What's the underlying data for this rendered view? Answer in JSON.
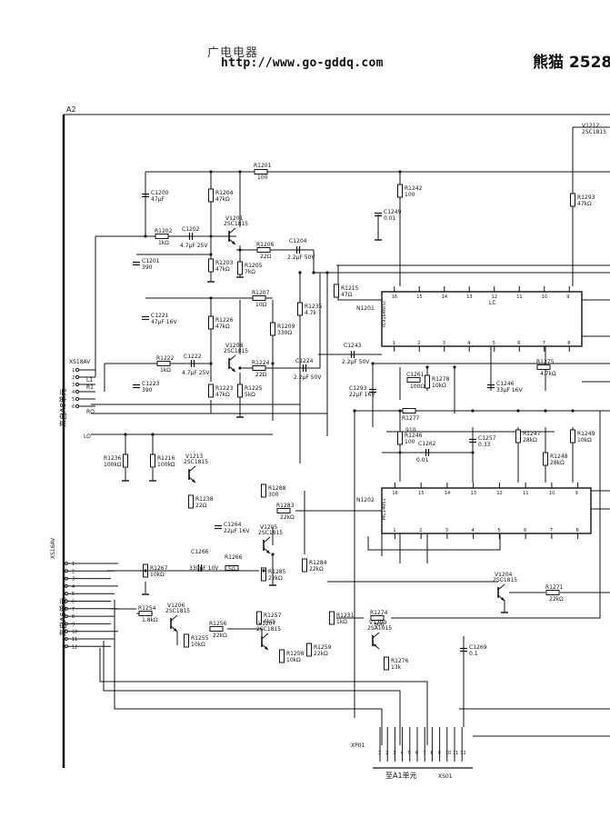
{
  "header": {
    "site_name_cn": "广电电器",
    "site_url": "http://www.go-gddq.com",
    "model": "熊猫 2528"
  },
  "sheet": {
    "label": "A2"
  },
  "side_labels": {
    "a8": "来自A8单元",
    "a6": "来自A6单元",
    "a1": "至A1单元"
  },
  "connectors": {
    "x518": "XS18AV",
    "x516": "XS16AV",
    "xp01": "XP01",
    "xs01": "XS01",
    "xs18_pins": [
      "1",
      "2",
      "3",
      "4",
      "5",
      "6"
    ],
    "xs16_pins": [
      "1",
      "2",
      "3",
      "4",
      "5",
      "6",
      "7",
      "8",
      "9",
      "10",
      "11",
      "12"
    ],
    "xp01_pins": [
      "1",
      "2",
      "3",
      "4",
      "5",
      "6",
      "7",
      "8",
      "9",
      "10",
      "11",
      "12"
    ]
  },
  "nets": {
    "l1": "L1",
    "r1": "R1",
    "lo": "LO",
    "ro": "RO"
  },
  "ics": {
    "n1201": {
      "ref": "N1201",
      "part": "TC9164N(S)",
      "lc": "LC",
      "pins_top": [
        "16",
        "15",
        "14",
        "13",
        "12",
        "11",
        "10",
        "9"
      ],
      "pins_bottom": [
        "1",
        "2",
        "3",
        "4",
        "5",
        "6",
        "7",
        "8"
      ]
    },
    "n1202": {
      "ref": "N1202",
      "part": "MC14051",
      "pins_top": [
        "16",
        "15",
        "14",
        "13",
        "12",
        "11",
        "10",
        "9"
      ],
      "pins_bottom": [
        "1",
        "2",
        "3",
        "4",
        "5",
        "6",
        "7",
        "8"
      ]
    }
  },
  "parts": [
    {
      "ref": "R1201",
      "val": "100"
    },
    {
      "ref": "C1200",
      "val": "47μF"
    },
    {
      "ref": "R1204",
      "val": "47kΩ"
    },
    {
      "ref": "V1201",
      "val": "2SC1815"
    },
    {
      "ref": "R1202",
      "val": "1kΩ"
    },
    {
      "ref": "C1202",
      "val": "4.7μF 25V"
    },
    {
      "ref": "C1201",
      "val": "390"
    },
    {
      "ref": "R1203",
      "val": "47kΩ"
    },
    {
      "ref": "R1206",
      "val": "22Ω"
    },
    {
      "ref": "R1205",
      "val": "7kΩ"
    },
    {
      "ref": "C1204",
      "val": "2.2μF 50V"
    },
    {
      "ref": "R1207",
      "val": "10Ω"
    },
    {
      "ref": "C1221",
      "val": "47μF 16V"
    },
    {
      "ref": "R1226",
      "val": "47kΩ"
    },
    {
      "ref": "V1208",
      "val": "2SC1815"
    },
    {
      "ref": "R1222",
      "val": "1kΩ"
    },
    {
      "ref": "C1222",
      "val": "4.7μF 25V"
    },
    {
      "ref": "C1223",
      "val": "390"
    },
    {
      "ref": "R1223",
      "val": "47kΩ"
    },
    {
      "ref": "R1225",
      "val": "5kΩ"
    },
    {
      "ref": "R1224",
      "val": "22Ω"
    },
    {
      "ref": "C1224",
      "val": "2.2μF 50V"
    },
    {
      "ref": "R1209",
      "val": "330Ω"
    },
    {
      "ref": "R1235",
      "val": "4.7k"
    },
    {
      "ref": "R1215",
      "val": "47Ω"
    },
    {
      "ref": "C1243",
      "val": "2.2μF 50V"
    },
    {
      "ref": "R1242",
      "val": "100"
    },
    {
      "ref": "C1249",
      "val": "0.01"
    },
    {
      "ref": "R1293",
      "val": "47kΩ"
    },
    {
      "ref": "V1212",
      "val": "2SC1815"
    },
    {
      "ref": "R1236",
      "val": "100kΩ"
    },
    {
      "ref": "R1216",
      "val": "100kΩ"
    },
    {
      "ref": "V1213",
      "val": "2SC1815"
    },
    {
      "ref": "R1238",
      "val": "22Ω"
    },
    {
      "ref": "C1261",
      "val": "100Ω"
    },
    {
      "ref": "C1293",
      "val": "22μF 16V"
    },
    {
      "ref": "R1278",
      "val": "10kΩ"
    },
    {
      "ref": "C1246",
      "val": "33μF 16V"
    },
    {
      "ref": "R1275",
      "val": "4.7kΩ"
    },
    {
      "ref": "R1277",
      "val": "910"
    },
    {
      "ref": "R1246",
      "val": "100"
    },
    {
      "ref": "C1262",
      "val": "0.01"
    },
    {
      "ref": "C1257",
      "val": "0.33"
    },
    {
      "ref": "R1247",
      "val": "28kΩ"
    },
    {
      "ref": "R1249",
      "val": "10kΩ"
    },
    {
      "ref": "R1248",
      "val": "28kΩ"
    },
    {
      "ref": "R1288",
      "val": "300"
    },
    {
      "ref": "R1283",
      "val": "22kΩ"
    },
    {
      "ref": "C1264",
      "val": "22μF 16V"
    },
    {
      "ref": "V1205",
      "val": "2SC1815"
    },
    {
      "ref": "C1266",
      "val": "330μF 10V"
    },
    {
      "ref": "R1266",
      "val": "50"
    },
    {
      "ref": "R1267",
      "val": "10kΩ"
    },
    {
      "ref": "R1285",
      "val": "22kΩ"
    },
    {
      "ref": "R1284",
      "val": "22kΩ"
    },
    {
      "ref": "V1204",
      "val": "2SC1815"
    },
    {
      "ref": "R1271",
      "val": "22kΩ"
    },
    {
      "ref": "R1254",
      "val": "1.8kΩ"
    },
    {
      "ref": "V1206",
      "val": "2SC1815"
    },
    {
      "ref": "R1256",
      "val": "22kΩ"
    },
    {
      "ref": "R1255",
      "val": "10kΩ"
    },
    {
      "ref": "R1257",
      "val": "6kΩ"
    },
    {
      "ref": "V1207",
      "val": "2SC1815"
    },
    {
      "ref": "R1258",
      "val": "10kΩ"
    },
    {
      "ref": "R1259",
      "val": "22kΩ"
    },
    {
      "ref": "R1231",
      "val": "1kΩ"
    },
    {
      "ref": "R1274",
      "val": "300"
    },
    {
      "ref": "V1209",
      "val": "2SA1015"
    },
    {
      "ref": "R1276",
      "val": "13k"
    },
    {
      "ref": "C1269",
      "val": "0.1"
    }
  ]
}
